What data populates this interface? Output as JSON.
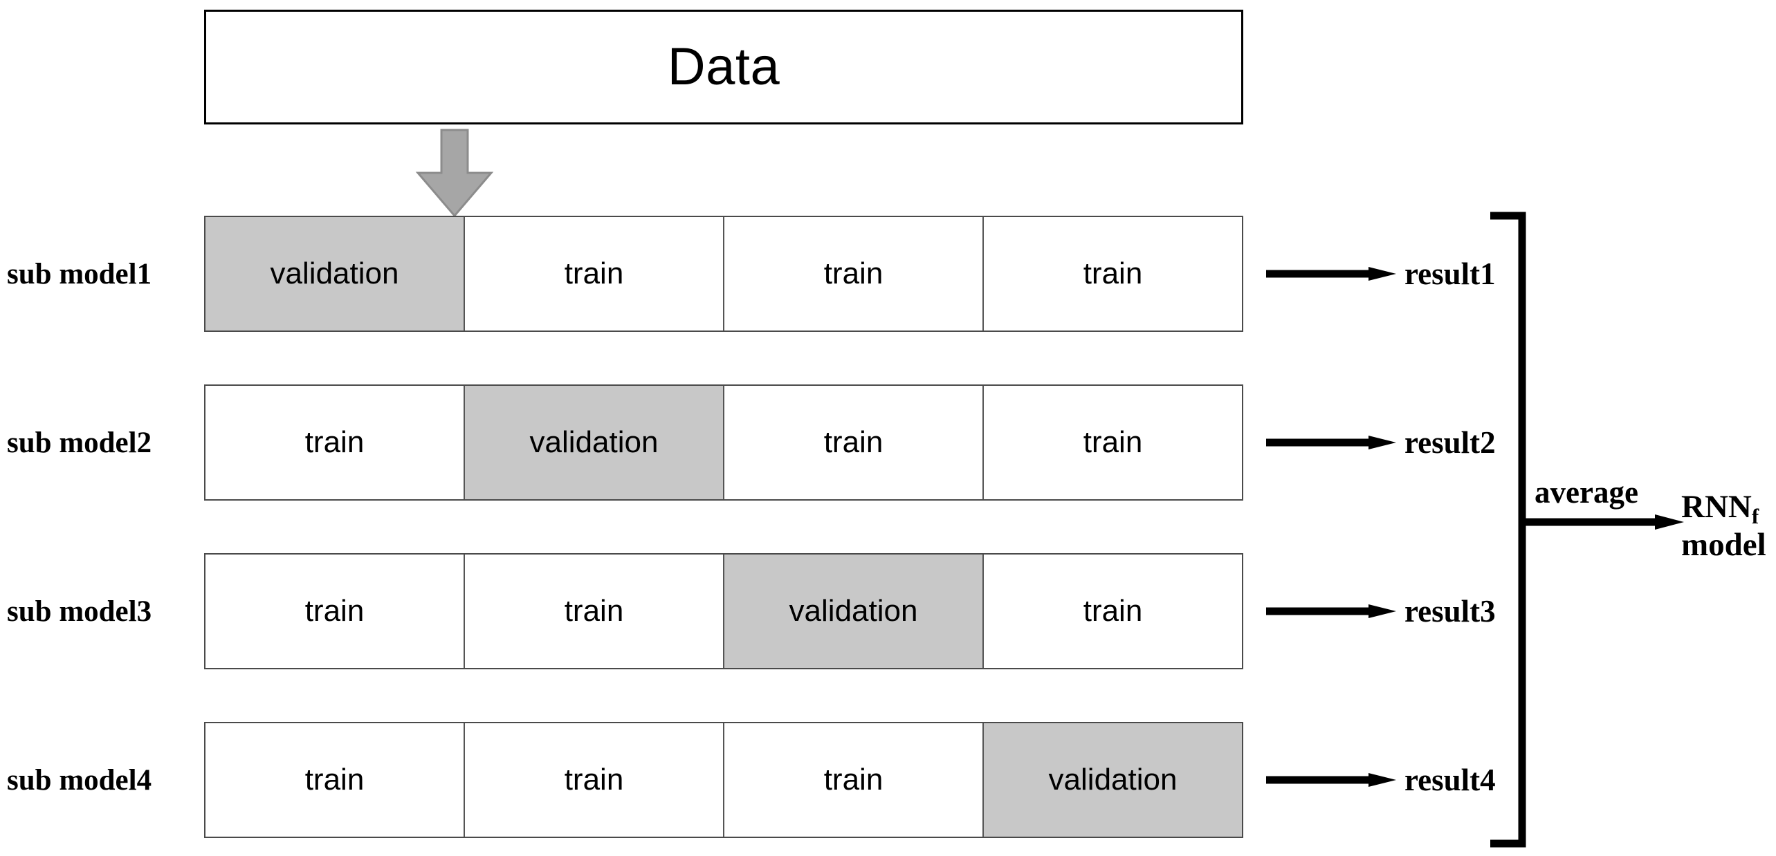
{
  "diagram": {
    "title": "Data",
    "source_box_label": "Data",
    "split_arrow": "down-arrow",
    "folds": [
      {
        "model_label": "sub model1",
        "cells": [
          "validation",
          "train",
          "train",
          "train"
        ],
        "validation_index": 0,
        "result_label": "result1"
      },
      {
        "model_label": "sub model2",
        "cells": [
          "train",
          "validation",
          "train",
          "train"
        ],
        "validation_index": 1,
        "result_label": "result2"
      },
      {
        "model_label": "sub model3",
        "cells": [
          "train",
          "train",
          "validation",
          "train"
        ],
        "validation_index": 2,
        "result_label": "result3"
      },
      {
        "model_label": "sub model4",
        "cells": [
          "train",
          "train",
          "train",
          "validation"
        ],
        "validation_index": 3,
        "result_label": "result4"
      }
    ],
    "aggregate": {
      "operation_label": "average",
      "output_name": "RNN",
      "output_subscript": "f",
      "output_line2": "model"
    },
    "colors": {
      "validation_fill": "#c8c8c8",
      "train_fill": "#ffffff",
      "border": "#555555",
      "arrow_gray": "#a6a6a6",
      "text": "#000000"
    }
  }
}
